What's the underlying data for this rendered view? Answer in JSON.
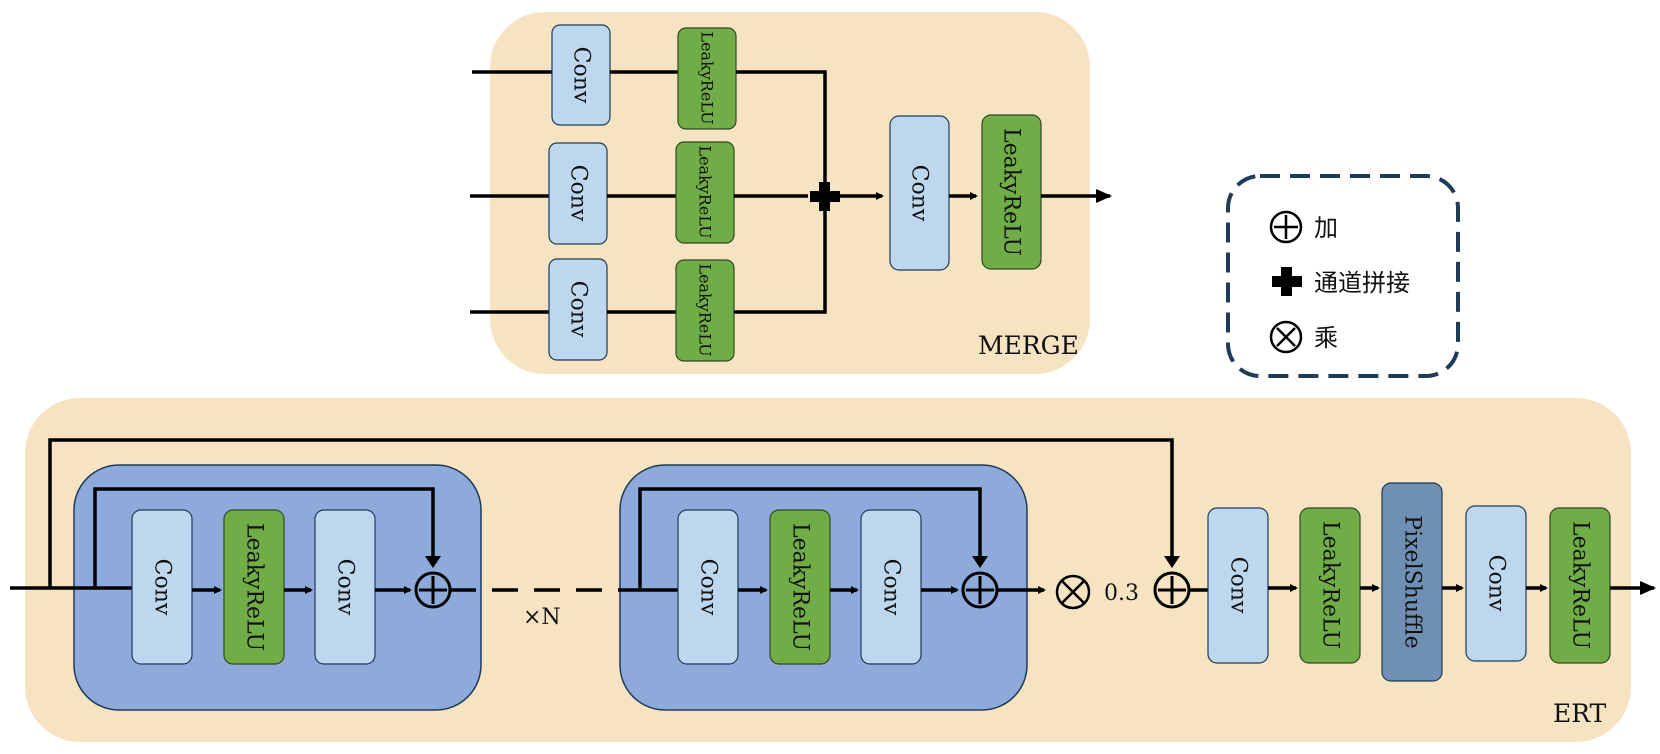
{
  "merge": {
    "label": "MERGE",
    "conv_label": "Conv",
    "relu_label": "LeakyReLU"
  },
  "ert": {
    "label": "ERT",
    "repeat_label": "×N",
    "scale_label": "0.3",
    "conv_label": "Conv",
    "relu_label": "LeakyReLU",
    "shuffle_label": "PixelShuffle"
  },
  "legend": {
    "add_label": "加",
    "concat_label": "通道拼接",
    "mul_label": "乘"
  },
  "colors": {
    "panel": "#f6e3c1",
    "block": "#8eaadb",
    "conv": "#bdd7ee",
    "relu": "#70ad47",
    "shuffle": "#6f8fb3",
    "legend_border": "#1f3b5a"
  }
}
